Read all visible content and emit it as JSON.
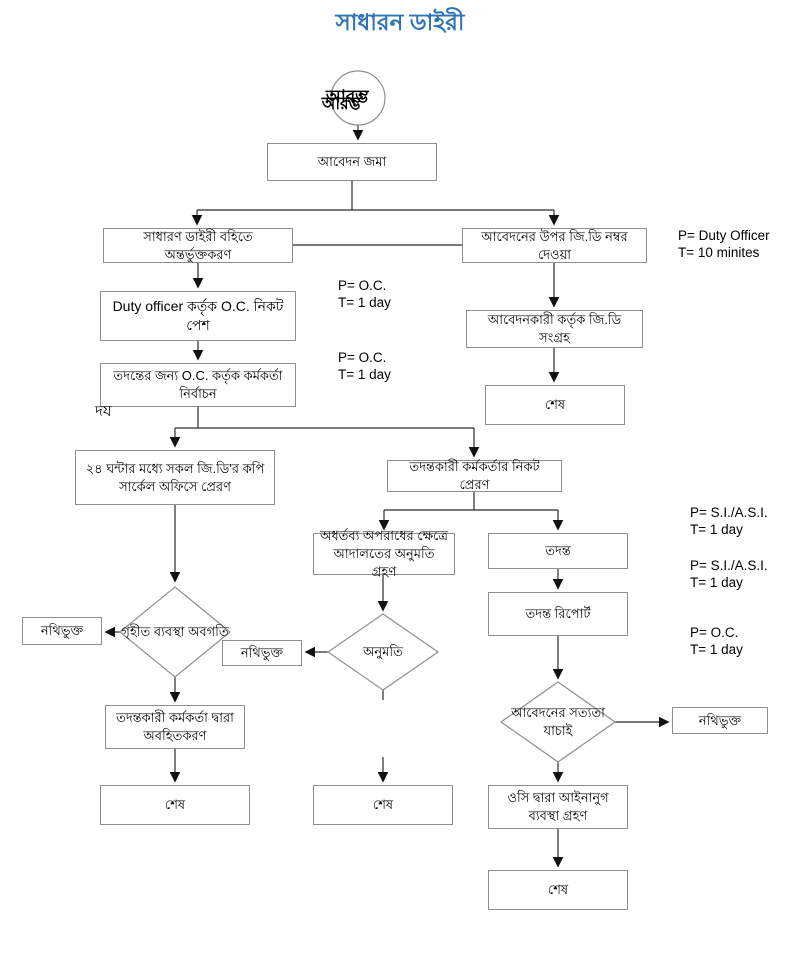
{
  "title": "সাধারন ডাইরী",
  "colors": {
    "title": "#2e74b5",
    "line": "#2b2b2b",
    "shape_border": "#8f8f8f"
  },
  "start": {
    "label": "আরম্ভ"
  },
  "boxes": {
    "submit": "আবেদন জমা",
    "gd_entry": "সাধারণ ডাইরী বহিতে অন্তর্ভুক্তকরণ",
    "gd_number": "আবেদনের উপর জি.ডি নম্বর দেওয়া",
    "duty_present": "Duty officer কর্তৃক O.C. নিকট পেশ",
    "applicant_collect": "আবেদনকারী কর্তৃক জি.ডি সংগ্রহ",
    "end_right_top": "শেষ",
    "officer_select": "তদন্তের জন্য O.C. কর্তৃক কর্মকর্তা নির্বাচন",
    "copy_to_circle": "২৪ ঘন্টার মধ্যে সকল জি.ডি'র কপি সার্কেল অফিসে প্রেরণ",
    "send_to_io": "তদন্তকারী কর্মকর্তার নিকট প্রেরণ",
    "court_permission": "অধর্তব্য অপরাধের ক্ষেত্রে আদালতের অনুমতি গ্রহণ",
    "investigation": "তদন্ত",
    "investigation_report": "তদন্ত রিপোর্ট",
    "io_inform": "তদন্তকারী কর্মকর্তা দ্বারা অবহিতকরণ",
    "oc_legal_action": "ওসি দ্বারা আইনানুগ ব্যবস্থা গ্রহণ",
    "filed_left": "নথিভুক্ত",
    "filed_middle": "নথিভুক্ত",
    "filed_right": "নথিভুক্ত",
    "end_left": "শেষ",
    "end_middle": "শেষ",
    "end_right_bottom": "শেষ"
  },
  "decisions": {
    "action_taken": "গৃহীত ব্যবস্থা অবগতি",
    "permission": "অনুমতি",
    "verify": "আবেদনের সত্যতা যাচাই"
  },
  "annotations": {
    "duty": {
      "p": "P= Duty Officer",
      "t": "T= 10 minites"
    },
    "oc1": {
      "p": "P= O.C.",
      "t": "T= 1 day"
    },
    "oc2": {
      "p": "P= O.C.",
      "t": "T= 1 day"
    },
    "si1": {
      "p": "P= S.I./A.S.I.",
      "t": "T= 1 day"
    },
    "si2": {
      "p": "P= S.I./A.S.I.",
      "t": "T= 1 day"
    },
    "oc3": {
      "p": "P= O.C.",
      "t": "T= 1 day"
    }
  },
  "stray_label": "দয"
}
